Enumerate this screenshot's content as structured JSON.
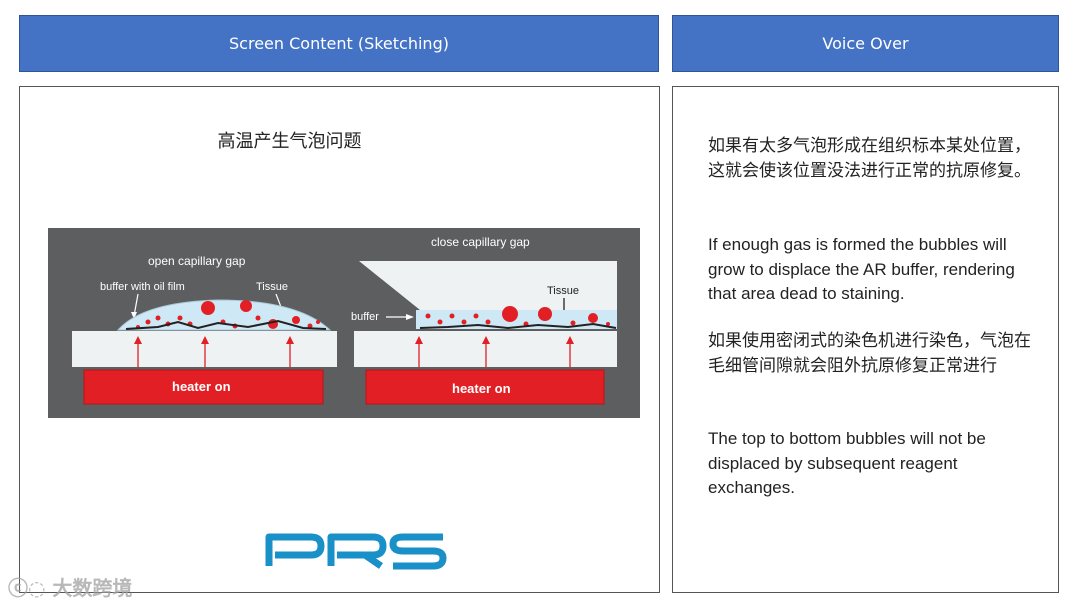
{
  "header": {
    "left_title": "Screen Content (Sketching)",
    "right_title": "Voice Over"
  },
  "left_panel": {
    "title": "高温产生气泡问题",
    "diagram": {
      "open_title": "open capillary gap",
      "close_title": "close capillary gap",
      "buffer_oil_label": "buffer with oil film",
      "tissue_label_left": "Tissue",
      "tissue_label_right": "Tissue",
      "buffer_label": "buffer",
      "heater_left": "heater on",
      "heater_right": "heater on",
      "colors": {
        "background": "#5d5e60",
        "slide": "#eef2f2",
        "heater": "#e31f26",
        "bubble": "#e31f26",
        "buffer": "#cfe8f5"
      }
    },
    "logo_text": "PRS"
  },
  "right_panel": {
    "paragraphs": [
      "如果有太多气泡形成在组织标本某处位置，这就会使该位置没法进行正常的抗原修复。",
      "If enough gas is formed the bubbles will grow to displace the AR buffer, rendering that area dead to staining.",
      "如果使用密闭式的染色机进行染色，气泡在毛细管间隙就会阻外抗原修复正常进行",
      "The top to bottom bubbles will not be displaced by subsequent reagent exchanges."
    ]
  },
  "watermark": "大数跨境"
}
